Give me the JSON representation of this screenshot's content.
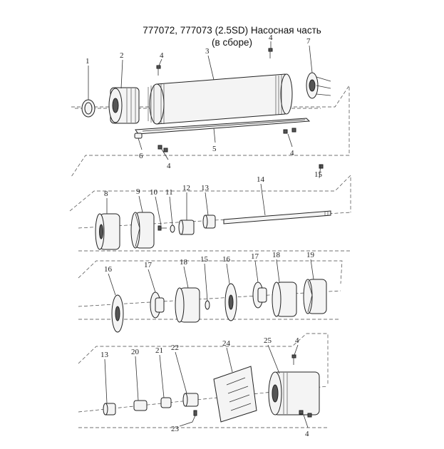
{
  "title": {
    "line1": "777072, 777073 (2.5SD) Насосная часть",
    "line2": "(в сборе)"
  },
  "callouts": [
    "1",
    "2",
    "3",
    "4",
    "4",
    "5",
    "6",
    "4",
    "4",
    "7",
    "8",
    "9",
    "10",
    "11",
    "12",
    "13",
    "14",
    "15",
    "16",
    "17",
    "18",
    "15",
    "16",
    "17",
    "18",
    "19",
    "13",
    "20",
    "21",
    "22",
    "23",
    "24",
    "25",
    "4",
    "4"
  ]
}
